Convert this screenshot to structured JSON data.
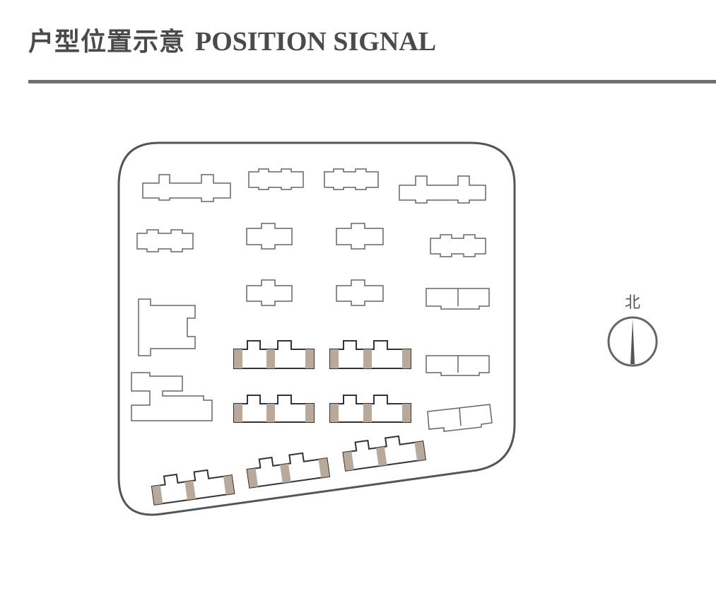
{
  "header": {
    "title_cn": "户型位置示意",
    "title_en": "POSITION SIGNAL"
  },
  "compass": {
    "north_label": "北"
  },
  "colors": {
    "divider": "#6f6f6f",
    "outline": "#555555",
    "highlight_fill": "#b9a99a",
    "building_fill": "#ffffff"
  }
}
